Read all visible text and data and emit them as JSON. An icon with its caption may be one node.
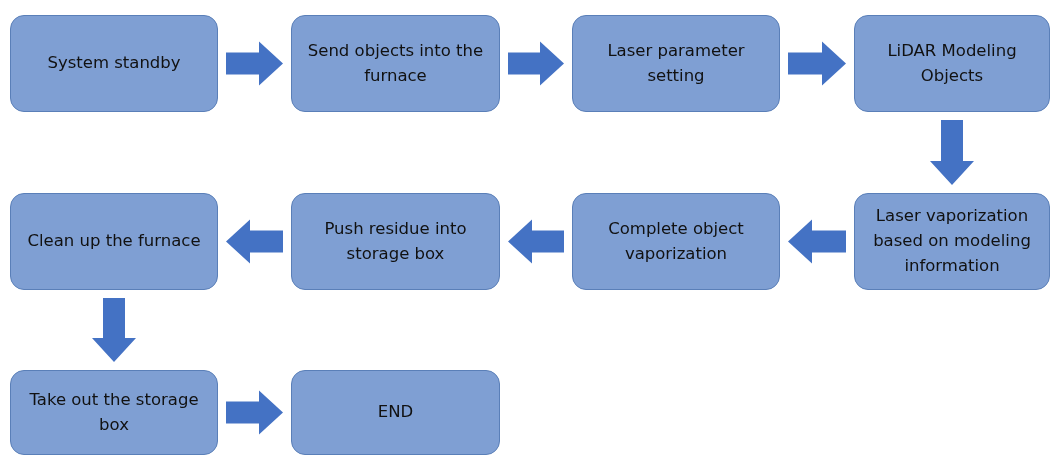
{
  "diagram": {
    "nodes": [
      {
        "text": [
          "System standby"
        ]
      },
      {
        "text": [
          "Send objects into the furnace"
        ]
      },
      {
        "text": [
          "Laser parameter setting"
        ]
      },
      {
        "text": [
          "LiDAR Modeling Objects"
        ]
      },
      {
        "text": [
          "Clean up the furnace"
        ]
      },
      {
        "text": [
          "Push residue into storage box"
        ]
      },
      {
        "text": [
          "Complete object vaporization"
        ]
      },
      {
        "text": [
          "Laser vaporization based on modeling information"
        ]
      },
      {
        "text": [
          "Take out the storage box"
        ]
      },
      {
        "text": [
          "END"
        ]
      }
    ],
    "edges": [
      {
        "from": 0,
        "to": 1,
        "arrow": "to"
      },
      {
        "from": 1,
        "to": 2,
        "arrow": "to"
      },
      {
        "from": 2,
        "to": 3,
        "arrow": "to"
      },
      {
        "from": 3,
        "to": 7,
        "arrow": "to"
      },
      {
        "from": 7,
        "to": 6,
        "arrow": "to"
      },
      {
        "from": 6,
        "to": 5,
        "arrow": "to"
      },
      {
        "from": 5,
        "to": 4,
        "arrow": "to"
      },
      {
        "from": 4,
        "to": 8,
        "arrow": "to"
      },
      {
        "from": 8,
        "to": 9,
        "arrow": "to"
      }
    ]
  }
}
